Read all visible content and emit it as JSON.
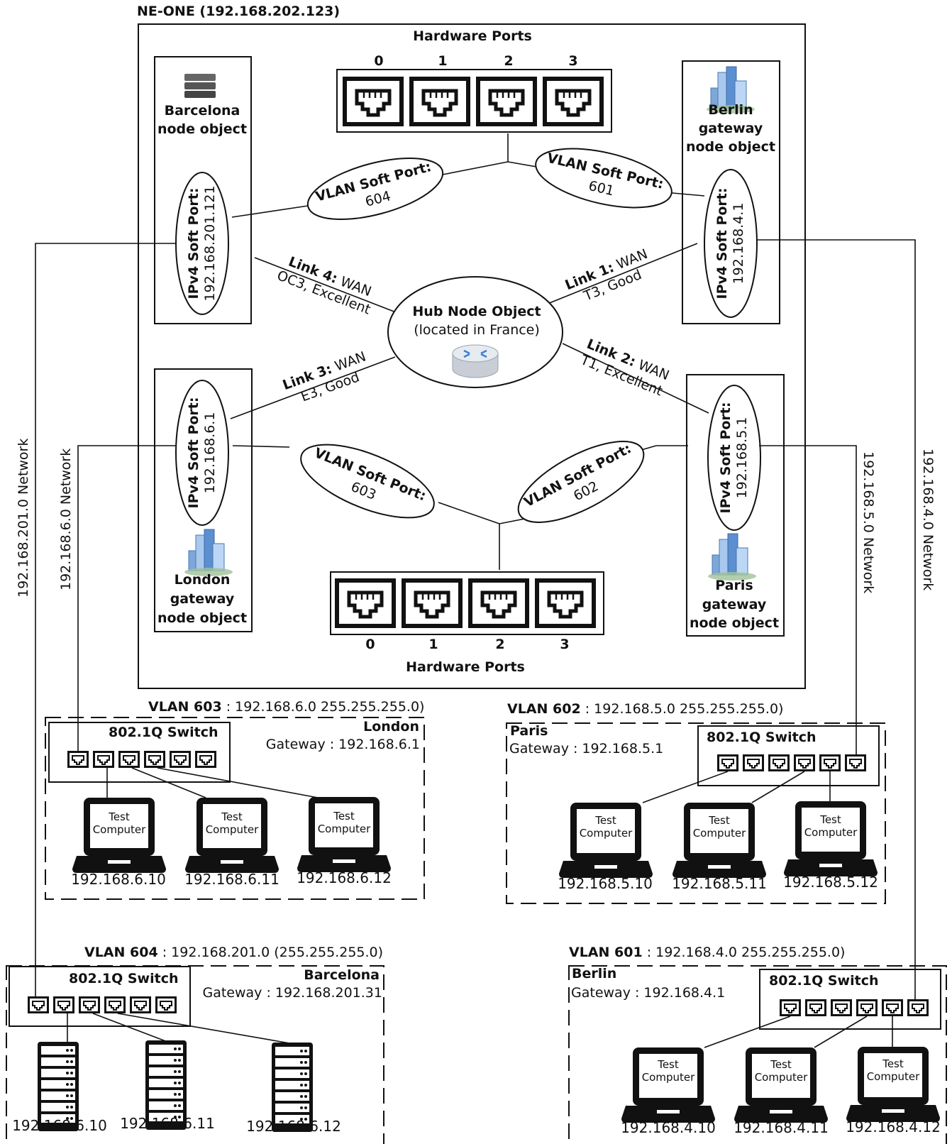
{
  "title": "NE-ONE (192.168.202.123)",
  "hardware_ports_label": "Hardware Ports",
  "port_numbers": [
    "0",
    "1",
    "2",
    "3"
  ],
  "hub": {
    "title": "Hub Node Object",
    "subtitle": "(located in France)"
  },
  "nodes": {
    "barcelona": [
      "Barcelona",
      "node object"
    ],
    "berlin": [
      "Berlin",
      "gateway",
      "node object"
    ],
    "london": [
      "London",
      "gateway",
      "node object"
    ],
    "paris": [
      "Paris",
      "gateway",
      "node object"
    ]
  },
  "ipv4_ports": {
    "label": "IPv4 Soft Port:",
    "barcelona": "192.168.201.121",
    "berlin": "192.168.4.1",
    "london": "192.168.6.1",
    "paris": "192.168.5.1"
  },
  "vlan_ports": {
    "label": "VLAN Soft Port:",
    "p604": "604",
    "p601": "601",
    "p603": "603",
    "p602": "602"
  },
  "links": {
    "link4": {
      "name": "Link 4:",
      "type": "WAN",
      "detail": "OC3, Excellent"
    },
    "link1": {
      "name": "Link 1:",
      "type": "WAN",
      "detail": "T3, Good"
    },
    "link3": {
      "name": "Link 3:",
      "type": "WAN",
      "detail": "E3, Good"
    },
    "link2": {
      "name": "Link 2:",
      "type": "WAN",
      "detail": "T1, Excellent"
    }
  },
  "networks": {
    "n201": "192.168.201.0 Network",
    "n6": "192.168.6.0 Network",
    "n5": "192.168.5.0 Network",
    "n4": "192.168.4.0 Network"
  },
  "switch_label": "802.1Q Switch",
  "test_computer": [
    "Test",
    "Computer"
  ],
  "vlan_groups": {
    "london": {
      "vlan": "VLAN 603",
      "subnet": " : 192.168.6.0 255.255.255.0)",
      "site": "London",
      "gateway": "Gateway : 192.168.6.1",
      "hosts": [
        "192.168.6.10",
        "192.168.6.11",
        "192.168.6.12"
      ]
    },
    "paris": {
      "vlan": "VLAN 602",
      "subnet": " : 192.168.5.0 255.255.255.0)",
      "site": "Paris",
      "gateway": "Gateway : 192.168.5.1",
      "hosts": [
        "192.168.5.10",
        "192.168.5.11",
        "192.168.5.12"
      ]
    },
    "barcelona": {
      "vlan": "VLAN 604",
      "subnet": " : 192.168.201.0 (255.255.255.0)",
      "site": "Barcelona",
      "gateway": "Gateway : 192.168.201.31",
      "hosts": [
        "192.168.6.10",
        "192.168.6.11",
        "192.168.6.12"
      ]
    },
    "berlin": {
      "vlan": "VLAN 601",
      "subnet": " : 192.168.4.0 255.255.255.0)",
      "site": "Berlin",
      "gateway": "Gateway : ",
      "gateway_ip": "192.168.4.1",
      "hosts": [
        "192.168.4.10",
        "192.168.4.11",
        "192.168.4.12"
      ]
    }
  }
}
